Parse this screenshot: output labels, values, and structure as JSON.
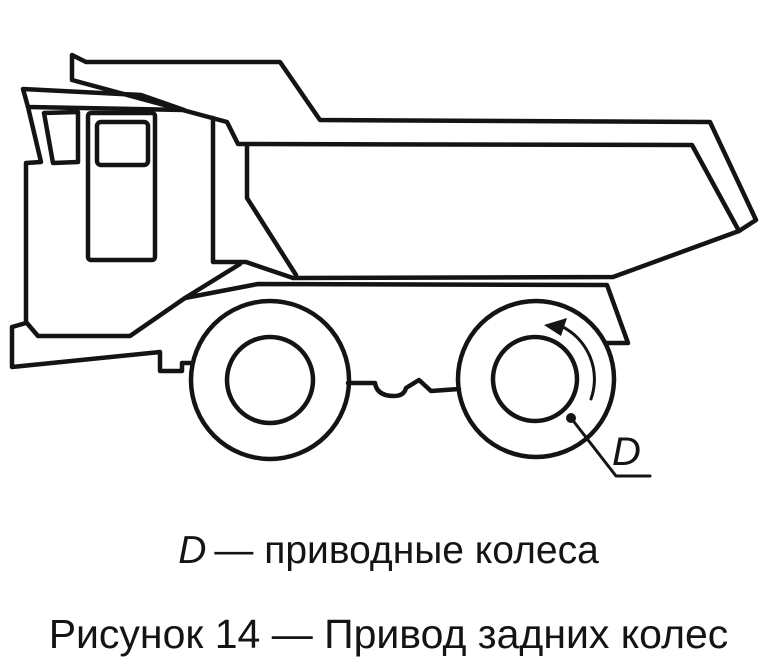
{
  "figure": {
    "callout_symbol": "D",
    "legend": {
      "symbol": "D",
      "text": "— приводные колеса"
    },
    "caption": "Рисунок 14 — Привод задних колес",
    "subject": "dump-truck-rear-wheel-drive-diagram"
  },
  "colors": {
    "line": "#141414",
    "background": "#ffffff"
  }
}
